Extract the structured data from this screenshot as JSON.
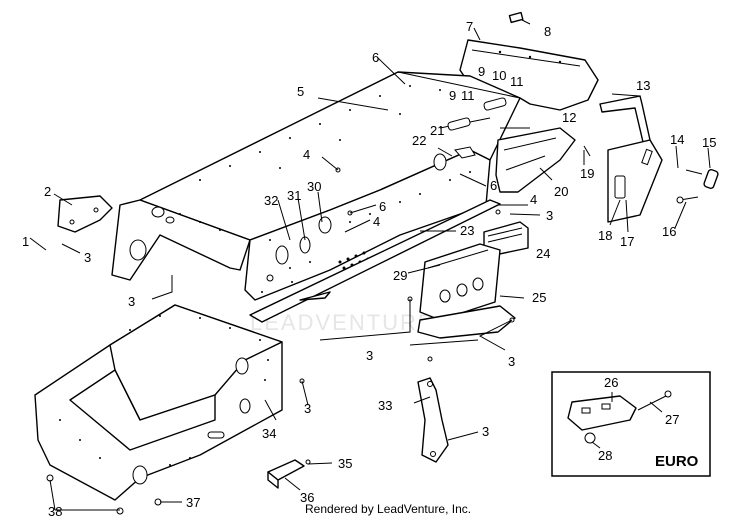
{
  "diagram": {
    "labels": [
      "1",
      "2",
      "3",
      "4",
      "5",
      "6",
      "7",
      "8",
      "9",
      "10",
      "11",
      "12",
      "13",
      "14",
      "15",
      "16",
      "17",
      "18",
      "19",
      "20",
      "21",
      "22",
      "23",
      "24",
      "25",
      "26",
      "27",
      "28",
      "29",
      "30",
      "31",
      "32",
      "33",
      "34",
      "35",
      "36",
      "37",
      "38"
    ],
    "inset_label": "EURO",
    "footer": "Rendered by LeadVenture, Inc.",
    "watermark": "LEADVENTURE"
  }
}
